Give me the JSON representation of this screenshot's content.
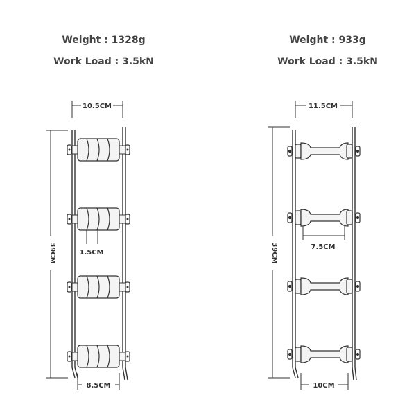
{
  "left_ladder": {
    "weight": "Weight : 1328g",
    "work_load": "Work Load : 3.5kN",
    "top_width": "10.5CM",
    "height": "39CM",
    "spacing": "1.5CM",
    "bottom_width": "8.5CM"
  },
  "right_ladder": {
    "weight": "Weight : 933g",
    "work_load": "Work Load : 3.5kN",
    "top_width": "11.5CM",
    "height": "39CM",
    "rung_length": "7.5CM",
    "bottom_width": "10CM"
  },
  "colors": {
    "line": "#333333",
    "rung_fill": "#f2f2f2"
  }
}
